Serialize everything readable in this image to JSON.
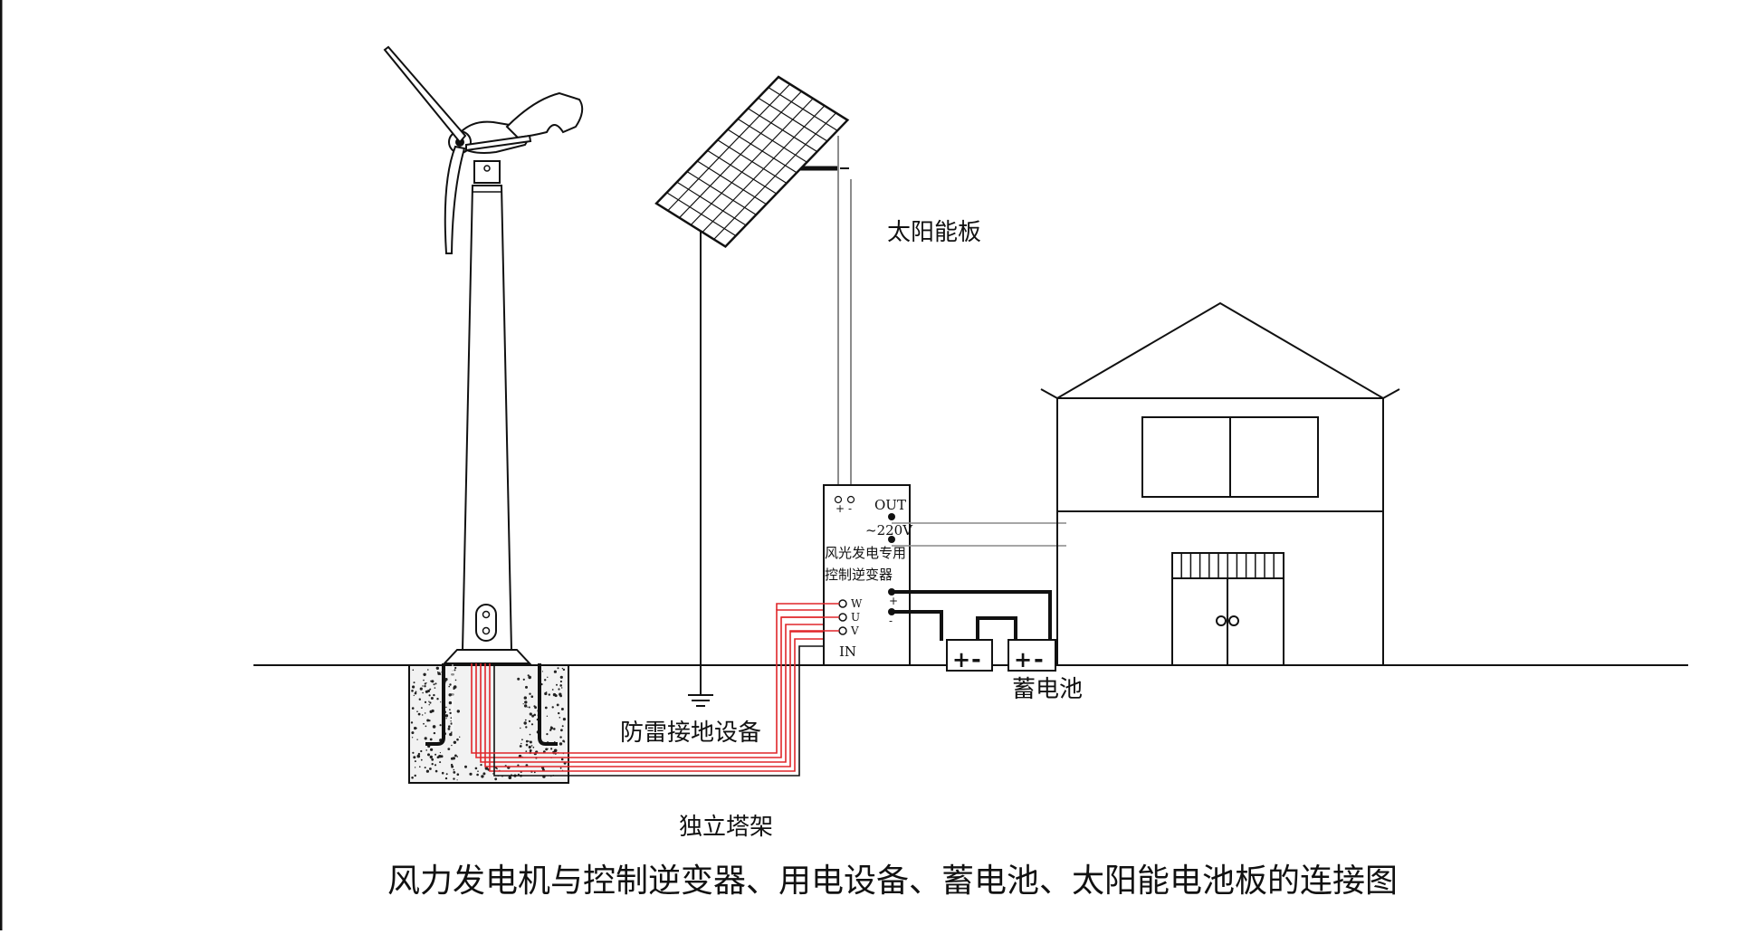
{
  "labels": {
    "solar_panel": "太阳能板",
    "battery": "蓄电池",
    "lightning_ground": "防雷接地设备",
    "tower": "独立塔架",
    "inverter_line1": "风光发电专用",
    "inverter_line2": "控制逆变器",
    "out": "OUT",
    "voltage": "~220V",
    "in": "IN",
    "phase_w": "W",
    "phase_u": "U",
    "phase_v": "V",
    "dc_plus": "+",
    "dc_minus": "-"
  },
  "caption": "风力发电机与控制逆变器、用电设备、蓄电池、太阳能电池板的连接图",
  "colors": {
    "line": "#111111",
    "wire_red": "#e0262a",
    "wire_gray": "#888888",
    "concrete": "#f4f4f4"
  }
}
